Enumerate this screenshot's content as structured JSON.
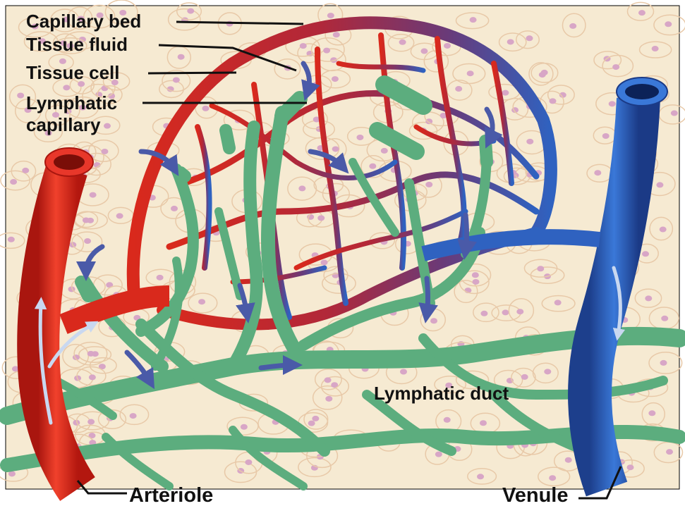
{
  "labels": {
    "capillary_bed": "Capillary bed",
    "tissue_fluid": "Tissue fluid",
    "tissue_cell": "Tissue cell",
    "lymphatic_capillary_line1": "Lymphatic",
    "lymphatic_capillary_line2": "capillary",
    "lymphatic_duct": "Lymphatic duct",
    "arteriole": "Arteriole",
    "venule": "Venule"
  },
  "colors": {
    "background": "#f6ead2",
    "cell_outline": "#e8c9a8",
    "cell_nucleus": "#d8a6c6",
    "arterial": "#d9291c",
    "venous": "#2f62c0",
    "lymph": "#5cad7e",
    "lymph_dark": "#3d8a5e",
    "flow_arrow": "#4a5aa8",
    "blood_arrow": "#c9d8f0"
  }
}
